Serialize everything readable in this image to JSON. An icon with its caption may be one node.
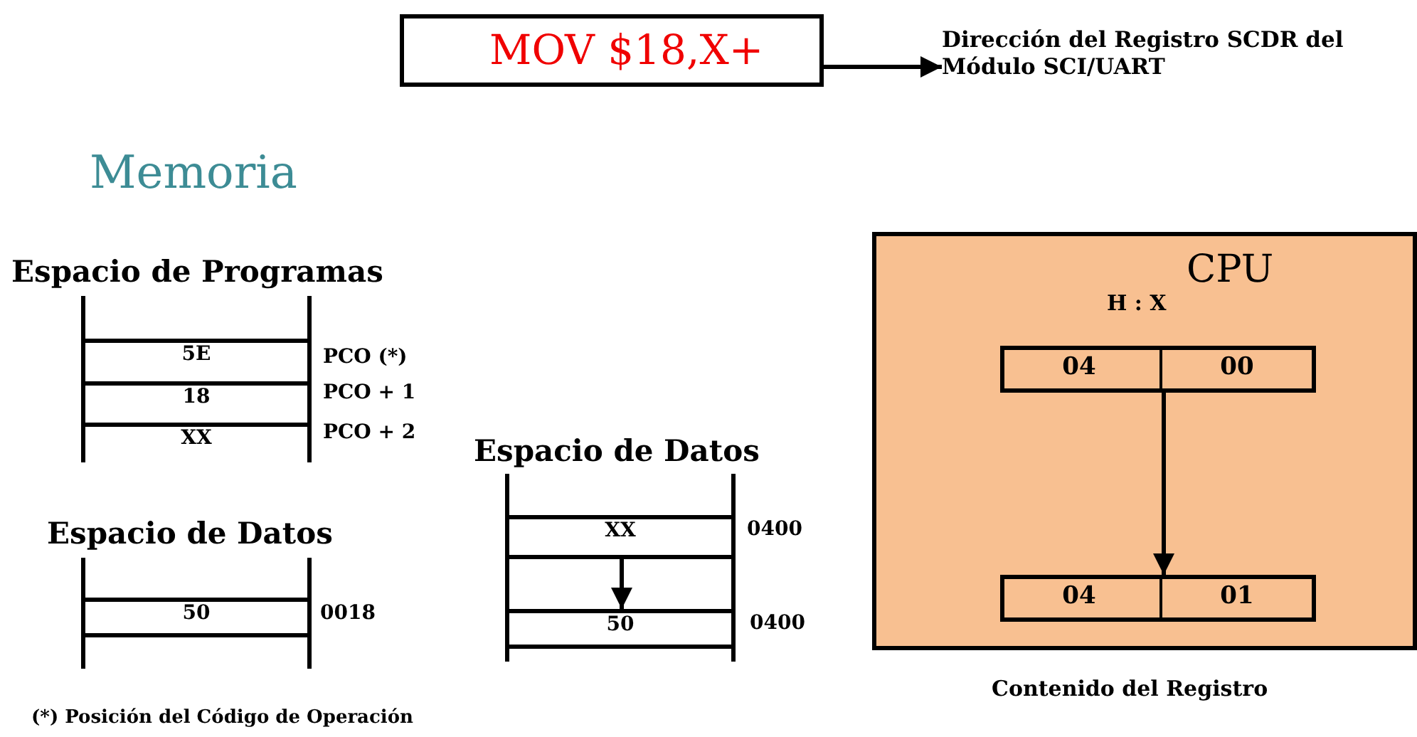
{
  "diagram": {
    "nodes": [
      {
        "text": [
          "MOV $18,X+"
        ]
      },
      {
        "text": [
          "Dirección del Registro SCDR del Módulo SCI/UART"
        ]
      },
      {
        "text": [
          "Espacio de Programas"
        ]
      },
      {
        "text": [
          "5E"
        ],
        "in": 2,
        "beside": [
          "PCO (*)"
        ]
      },
      {
        "text": [
          "18"
        ],
        "in": 2,
        "beside": [
          "PCO + 1"
        ]
      },
      {
        "text": [
          "XX"
        ],
        "in": 2,
        "beside": [
          "PCO + 2"
        ]
      },
      {
        "text": [
          "Espacio de Datos"
        ]
      },
      {
        "text": [
          "50"
        ],
        "in": 6,
        "beside": [
          "0018"
        ]
      },
      {
        "text": [
          "Espacio de Datos"
        ]
      },
      {
        "text": [
          "XX"
        ],
        "in": 8,
        "beside": [
          "0400"
        ]
      },
      {
        "text": [
          "50"
        ],
        "in": 8,
        "beside": [
          "0400"
        ]
      },
      {
        "text": [
          "CPU"
        ],
        "beside": [
          "Contenido del Registro"
        ]
      },
      {
        "text": [
          "04",
          "00"
        ],
        "in": 11,
        "beside": [
          "H : X"
        ]
      },
      {
        "text": [
          "04",
          "01"
        ],
        "in": 11
      }
    ],
    "edges": [
      {
        "from": 0,
        "to": 1,
        "arrow": "to"
      },
      {
        "from": 9,
        "to": 10,
        "arrow": "to"
      },
      {
        "from": 12,
        "to": 13,
        "arrow": "to"
      }
    ],
    "labels": [
      "Memoria",
      "(*) Posición del Código de Operación"
    ]
  }
}
